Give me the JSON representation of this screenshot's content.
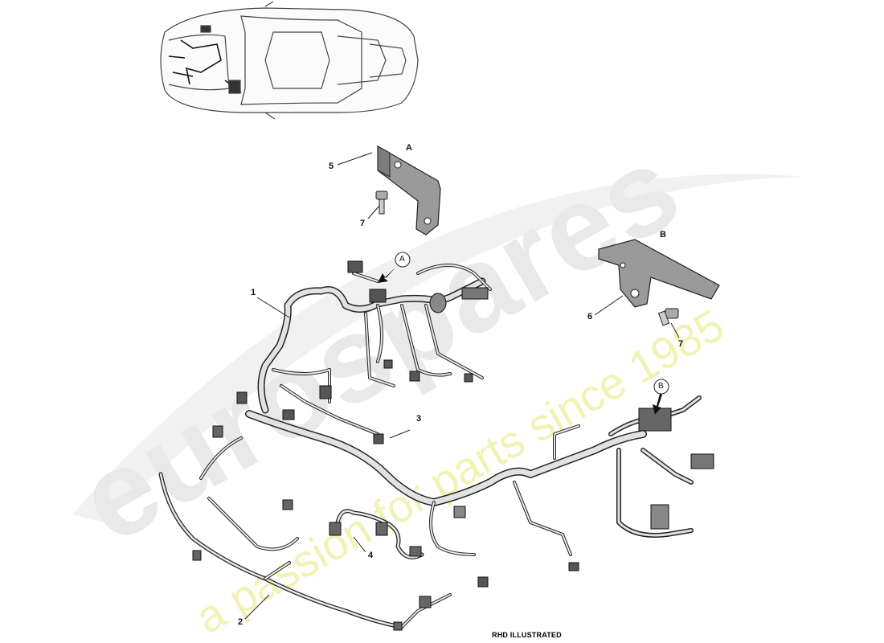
{
  "watermark": {
    "logo_text": "eurospares",
    "tagline": "a passion for parts since 1985"
  },
  "callouts": {
    "detail_a": "A",
    "detail_b": "B",
    "part_1": "1",
    "part_2": "2",
    "part_3": "3",
    "part_4": "4",
    "part_5": "5",
    "part_6": "6",
    "part_7a": "7",
    "part_7b": "7",
    "circle_a": "A",
    "circle_b": "B"
  },
  "footer": {
    "note": "RHD ILLUSTRATED"
  },
  "colors": {
    "line": "#333333",
    "harness": "#dddddd",
    "bracket": "#9a9a9a",
    "watermark_logo": "#e9e9e9",
    "watermark_tagline": "#f2f2b5"
  }
}
